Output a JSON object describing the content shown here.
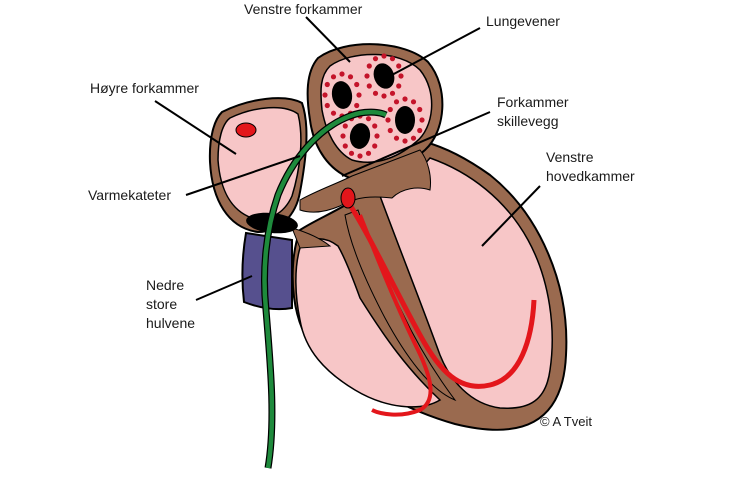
{
  "labels": {
    "left_atrium": "Venstre forkammer",
    "pulmonary_veins": "Lungevener",
    "right_atrium": "Høyre forkammer",
    "atrial_septum": "Forkammer\nskillevegg",
    "left_ventricle": "Venstre\nhovedkammer",
    "heating_catheter": "Varmekateter",
    "inferior_vena_cava": "Nedre\nstore\nhulvene",
    "copyright": "© A Tveit"
  },
  "colors": {
    "wall": "#9a6a4f",
    "chamber": "#f7c6c7",
    "outline": "#000000",
    "vein": "#56508e",
    "catheter": "#1e8a3c",
    "red": "#e3161b",
    "vein_dots": "#c4142a",
    "vein_hole": "#000000"
  },
  "icons": {
    "heart": "heart-diagram-icon"
  }
}
